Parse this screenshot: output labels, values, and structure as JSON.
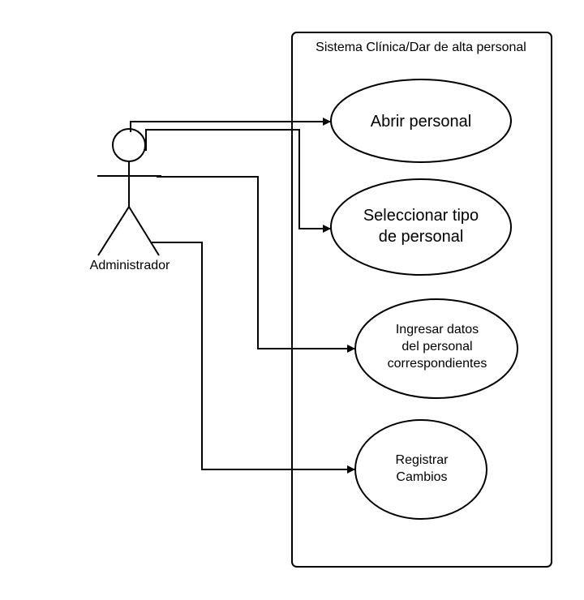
{
  "system": {
    "title": "Sistema Clínica/Dar de alta personal"
  },
  "actor": {
    "name": "Administrador"
  },
  "use_cases": [
    {
      "lines": [
        "Abrir personal"
      ]
    },
    {
      "lines": [
        "Seleccionar tipo",
        "de personal"
      ]
    },
    {
      "lines": [
        "Ingresar datos",
        "del personal",
        "correspondientes"
      ]
    },
    {
      "lines": [
        "Registrar",
        "Cambios"
      ]
    }
  ],
  "colors": {
    "stroke": "#000000",
    "background": "#ffffff"
  }
}
